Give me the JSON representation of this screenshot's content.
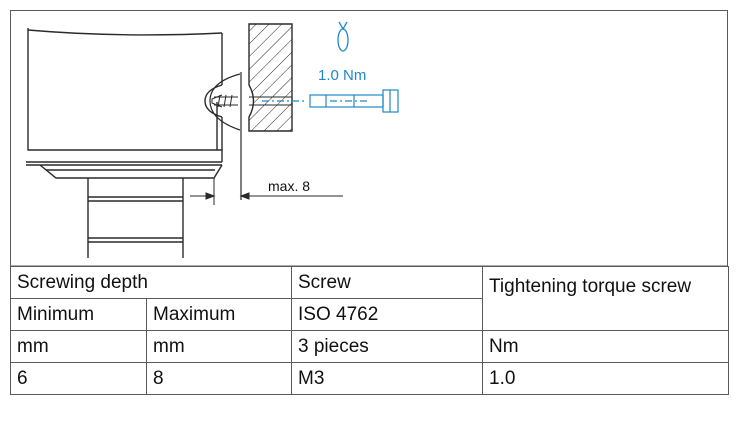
{
  "drawing": {
    "torque_label": "1.0 Nm",
    "dimension_label": "max. 8"
  },
  "table": {
    "screwing_depth": "Screwing depth",
    "screw": "Screw",
    "tightening_torque": "Tightening torque screw",
    "minimum": "Minimum",
    "maximum": "Maximum",
    "screw_standard": "ISO 4762",
    "unit_min": "mm",
    "unit_max": "mm",
    "screw_count": "3 pieces",
    "unit_torque": "Nm",
    "min_value": "6",
    "max_value": "8",
    "screw_size": "M3",
    "torque_value": "1.0"
  },
  "colors": {
    "line": "#2a2a2a",
    "accent": "#1e88c8",
    "border": "#5a5a5a"
  }
}
